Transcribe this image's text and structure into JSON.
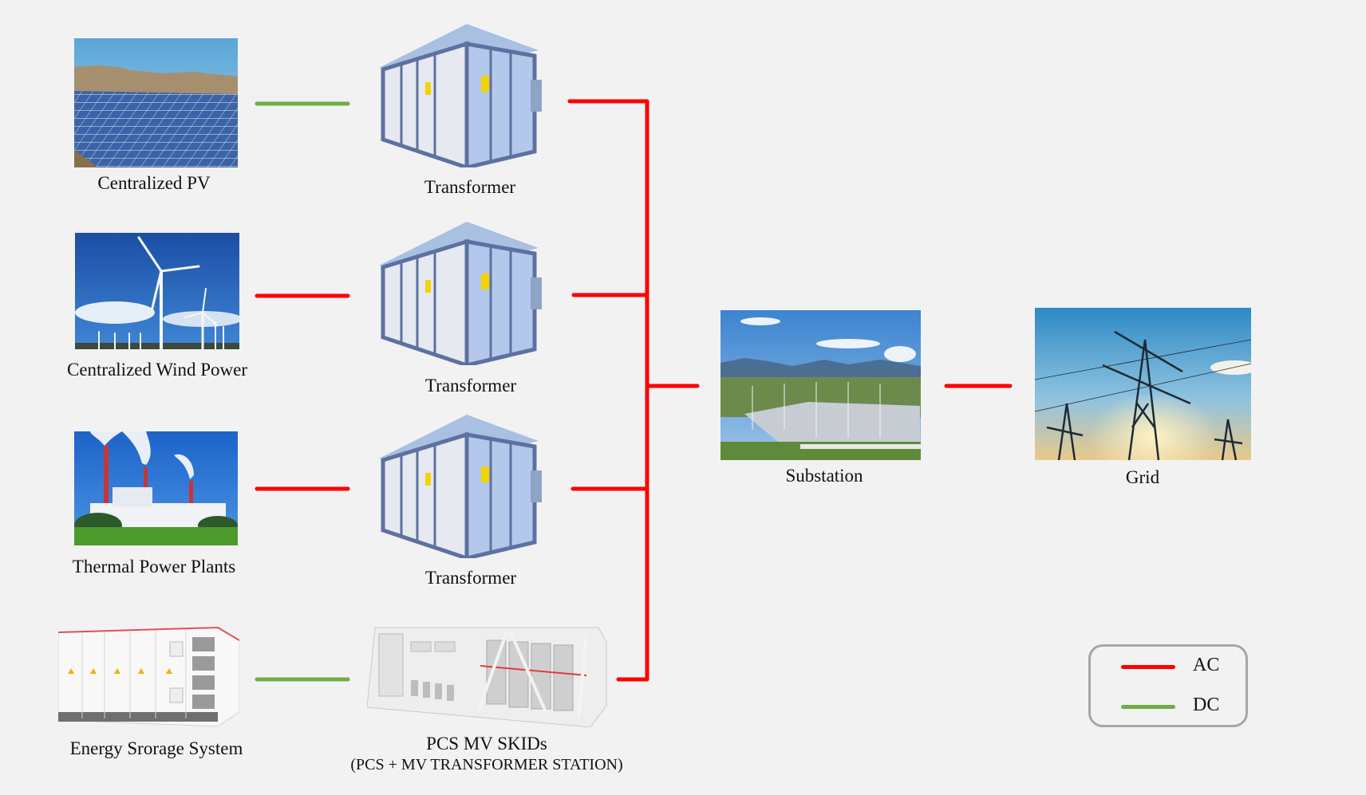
{
  "colors": {
    "ac": "#ff0000",
    "dc": "#70ad47",
    "background": "#f2f2f2",
    "legend_border": "#a6a6a6"
  },
  "sources": [
    {
      "id": "pv",
      "label": "Centralized PV",
      "link": "DC"
    },
    {
      "id": "wind",
      "label": "Centralized Wind Power",
      "link": "AC"
    },
    {
      "id": "thermal",
      "label": "Thermal Power Plants",
      "link": "AC"
    },
    {
      "id": "ess",
      "label": "Energy Srorage System",
      "link": "DC"
    }
  ],
  "converters": [
    {
      "label": "Transformer"
    },
    {
      "label": "Transformer"
    },
    {
      "label": "Transformer"
    },
    {
      "label": "PCS MV SKIDs",
      "sublabel": "(PCS + MV TRANSFORMER STATION)"
    }
  ],
  "substation": {
    "label": "Substation"
  },
  "grid": {
    "label": "Grid"
  },
  "legend": {
    "items": [
      {
        "label": "AC",
        "type": "AC"
      },
      {
        "label": "DC",
        "type": "DC"
      }
    ]
  }
}
